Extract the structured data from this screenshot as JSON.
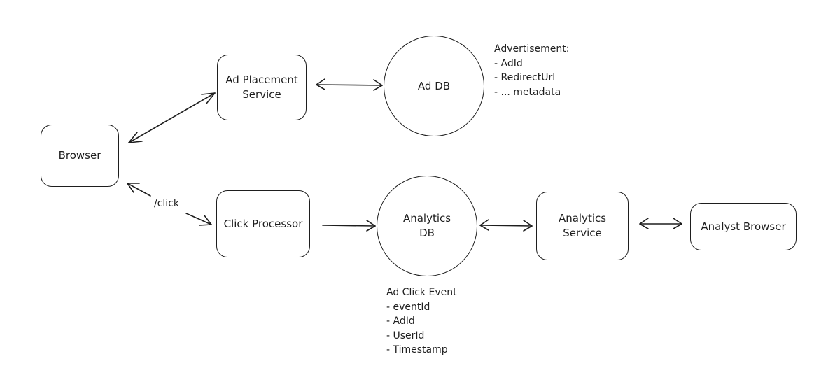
{
  "nodes": {
    "browser": "Browser",
    "ad_placement_service": "Ad Placement\nService",
    "ad_db": "Ad DB",
    "click_processor": "Click Processor",
    "analytics_db": "Analytics\nDB",
    "analytics_service": "Analytics\nService",
    "analyst_browser": "Analyst Browser"
  },
  "edges": {
    "click_label": "/click"
  },
  "notes": {
    "advertisement": {
      "title": "Advertisement:",
      "fields": [
        "- AdId",
        "- RedirectUrl",
        "- ... metadata"
      ]
    },
    "ad_click_event": {
      "title": "Ad Click Event",
      "fields": [
        "- eventId",
        "- AdId",
        "- UserId",
        "- Timestamp"
      ]
    }
  },
  "colors": {
    "stroke": "#1e1e1e",
    "background": "#ffffff"
  }
}
